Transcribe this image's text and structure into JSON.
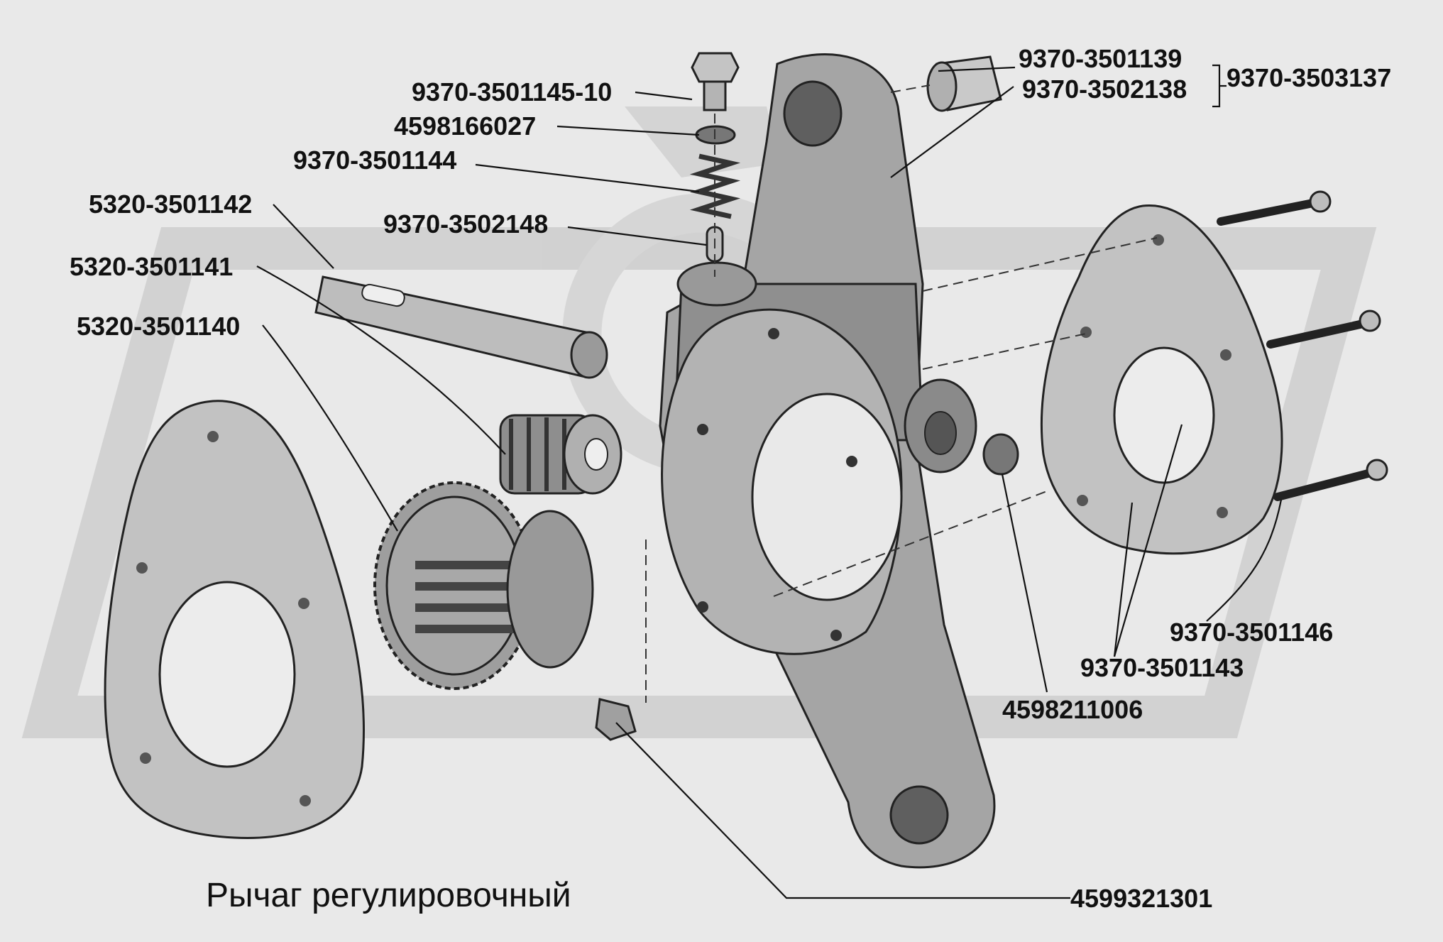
{
  "diagram": {
    "title": "Рычаг регулировочный",
    "watermark_color": "#c9c9c9",
    "part_fill": "#b9b9b9",
    "part_dark": "#6e6e6e",
    "labels": {
      "bolt": "9370-3501145-10",
      "washer": "4598166027",
      "spring": "9370-3501144",
      "ball_plunger": "9370-3502148",
      "worm_shaft": "5320-3501142",
      "worm": "5320-3501141",
      "worm_gear": "5320-3501140",
      "bushing_1": "9370-3501139",
      "bushing_2": "9370-3502138",
      "bushing_group": "9370-3503137",
      "rivet": "9370-3501146",
      "cover": "9370-3501143",
      "plug": "4598211006",
      "grease_fitting": "4599321301"
    }
  }
}
